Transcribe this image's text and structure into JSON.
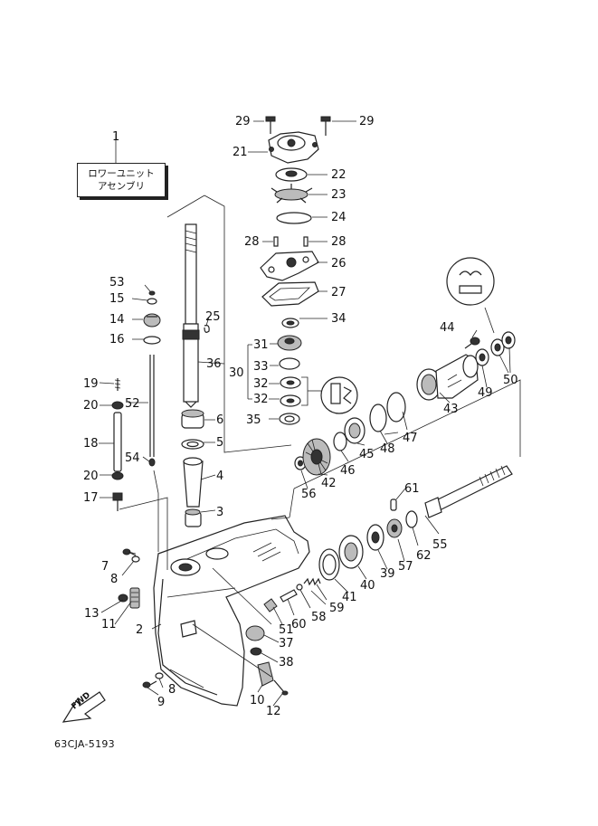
{
  "assembly_label": {
    "line1": "ロワーユニット",
    "line2": "アセンブリ"
  },
  "footer_code": "63CJA-5193",
  "fwd_label": "FWD",
  "callouts": [
    {
      "id": "1",
      "label": "1"
    },
    {
      "id": "2",
      "label": "2"
    },
    {
      "id": "3",
      "label": "3"
    },
    {
      "id": "4",
      "label": "4"
    },
    {
      "id": "5",
      "label": "5"
    },
    {
      "id": "6",
      "label": "6"
    },
    {
      "id": "7",
      "label": "7"
    },
    {
      "id": "8a",
      "label": "8"
    },
    {
      "id": "8b",
      "label": "8"
    },
    {
      "id": "9",
      "label": "9"
    },
    {
      "id": "10",
      "label": "10"
    },
    {
      "id": "11",
      "label": "11"
    },
    {
      "id": "12",
      "label": "12"
    },
    {
      "id": "13",
      "label": "13"
    },
    {
      "id": "14",
      "label": "14"
    },
    {
      "id": "15",
      "label": "15"
    },
    {
      "id": "16",
      "label": "16"
    },
    {
      "id": "17",
      "label": "17"
    },
    {
      "id": "18",
      "label": "18"
    },
    {
      "id": "19",
      "label": "19"
    },
    {
      "id": "20a",
      "label": "20"
    },
    {
      "id": "20b",
      "label": "20"
    },
    {
      "id": "21",
      "label": "21"
    },
    {
      "id": "22",
      "label": "22"
    },
    {
      "id": "23",
      "label": "23"
    },
    {
      "id": "24",
      "label": "24"
    },
    {
      "id": "25",
      "label": "25"
    },
    {
      "id": "26",
      "label": "26"
    },
    {
      "id": "27",
      "label": "27"
    },
    {
      "id": "28a",
      "label": "28"
    },
    {
      "id": "28b",
      "label": "28"
    },
    {
      "id": "29a",
      "label": "29"
    },
    {
      "id": "29b",
      "label": "29"
    },
    {
      "id": "30",
      "label": "30"
    },
    {
      "id": "31",
      "label": "31"
    },
    {
      "id": "32a",
      "label": "32"
    },
    {
      "id": "32b",
      "label": "32"
    },
    {
      "id": "33",
      "label": "33"
    },
    {
      "id": "34",
      "label": "34"
    },
    {
      "id": "35",
      "label": "35"
    },
    {
      "id": "36",
      "label": "36"
    },
    {
      "id": "37",
      "label": "37"
    },
    {
      "id": "38",
      "label": "38"
    },
    {
      "id": "39",
      "label": "39"
    },
    {
      "id": "40",
      "label": "40"
    },
    {
      "id": "41",
      "label": "41"
    },
    {
      "id": "42",
      "label": "42"
    },
    {
      "id": "43",
      "label": "43"
    },
    {
      "id": "44",
      "label": "44"
    },
    {
      "id": "45",
      "label": "45"
    },
    {
      "id": "46",
      "label": "46"
    },
    {
      "id": "47",
      "label": "47"
    },
    {
      "id": "48",
      "label": "48"
    },
    {
      "id": "49",
      "label": "49"
    },
    {
      "id": "50",
      "label": "50"
    },
    {
      "id": "51",
      "label": "51"
    },
    {
      "id": "52",
      "label": "52"
    },
    {
      "id": "53",
      "label": "53"
    },
    {
      "id": "54",
      "label": "54"
    },
    {
      "id": "55",
      "label": "55"
    },
    {
      "id": "56",
      "label": "56"
    },
    {
      "id": "57",
      "label": "57"
    },
    {
      "id": "58",
      "label": "58"
    },
    {
      "id": "59",
      "label": "59"
    },
    {
      "id": "60",
      "label": "60"
    },
    {
      "id": "61",
      "label": "61"
    },
    {
      "id": "62",
      "label": "62"
    }
  ]
}
